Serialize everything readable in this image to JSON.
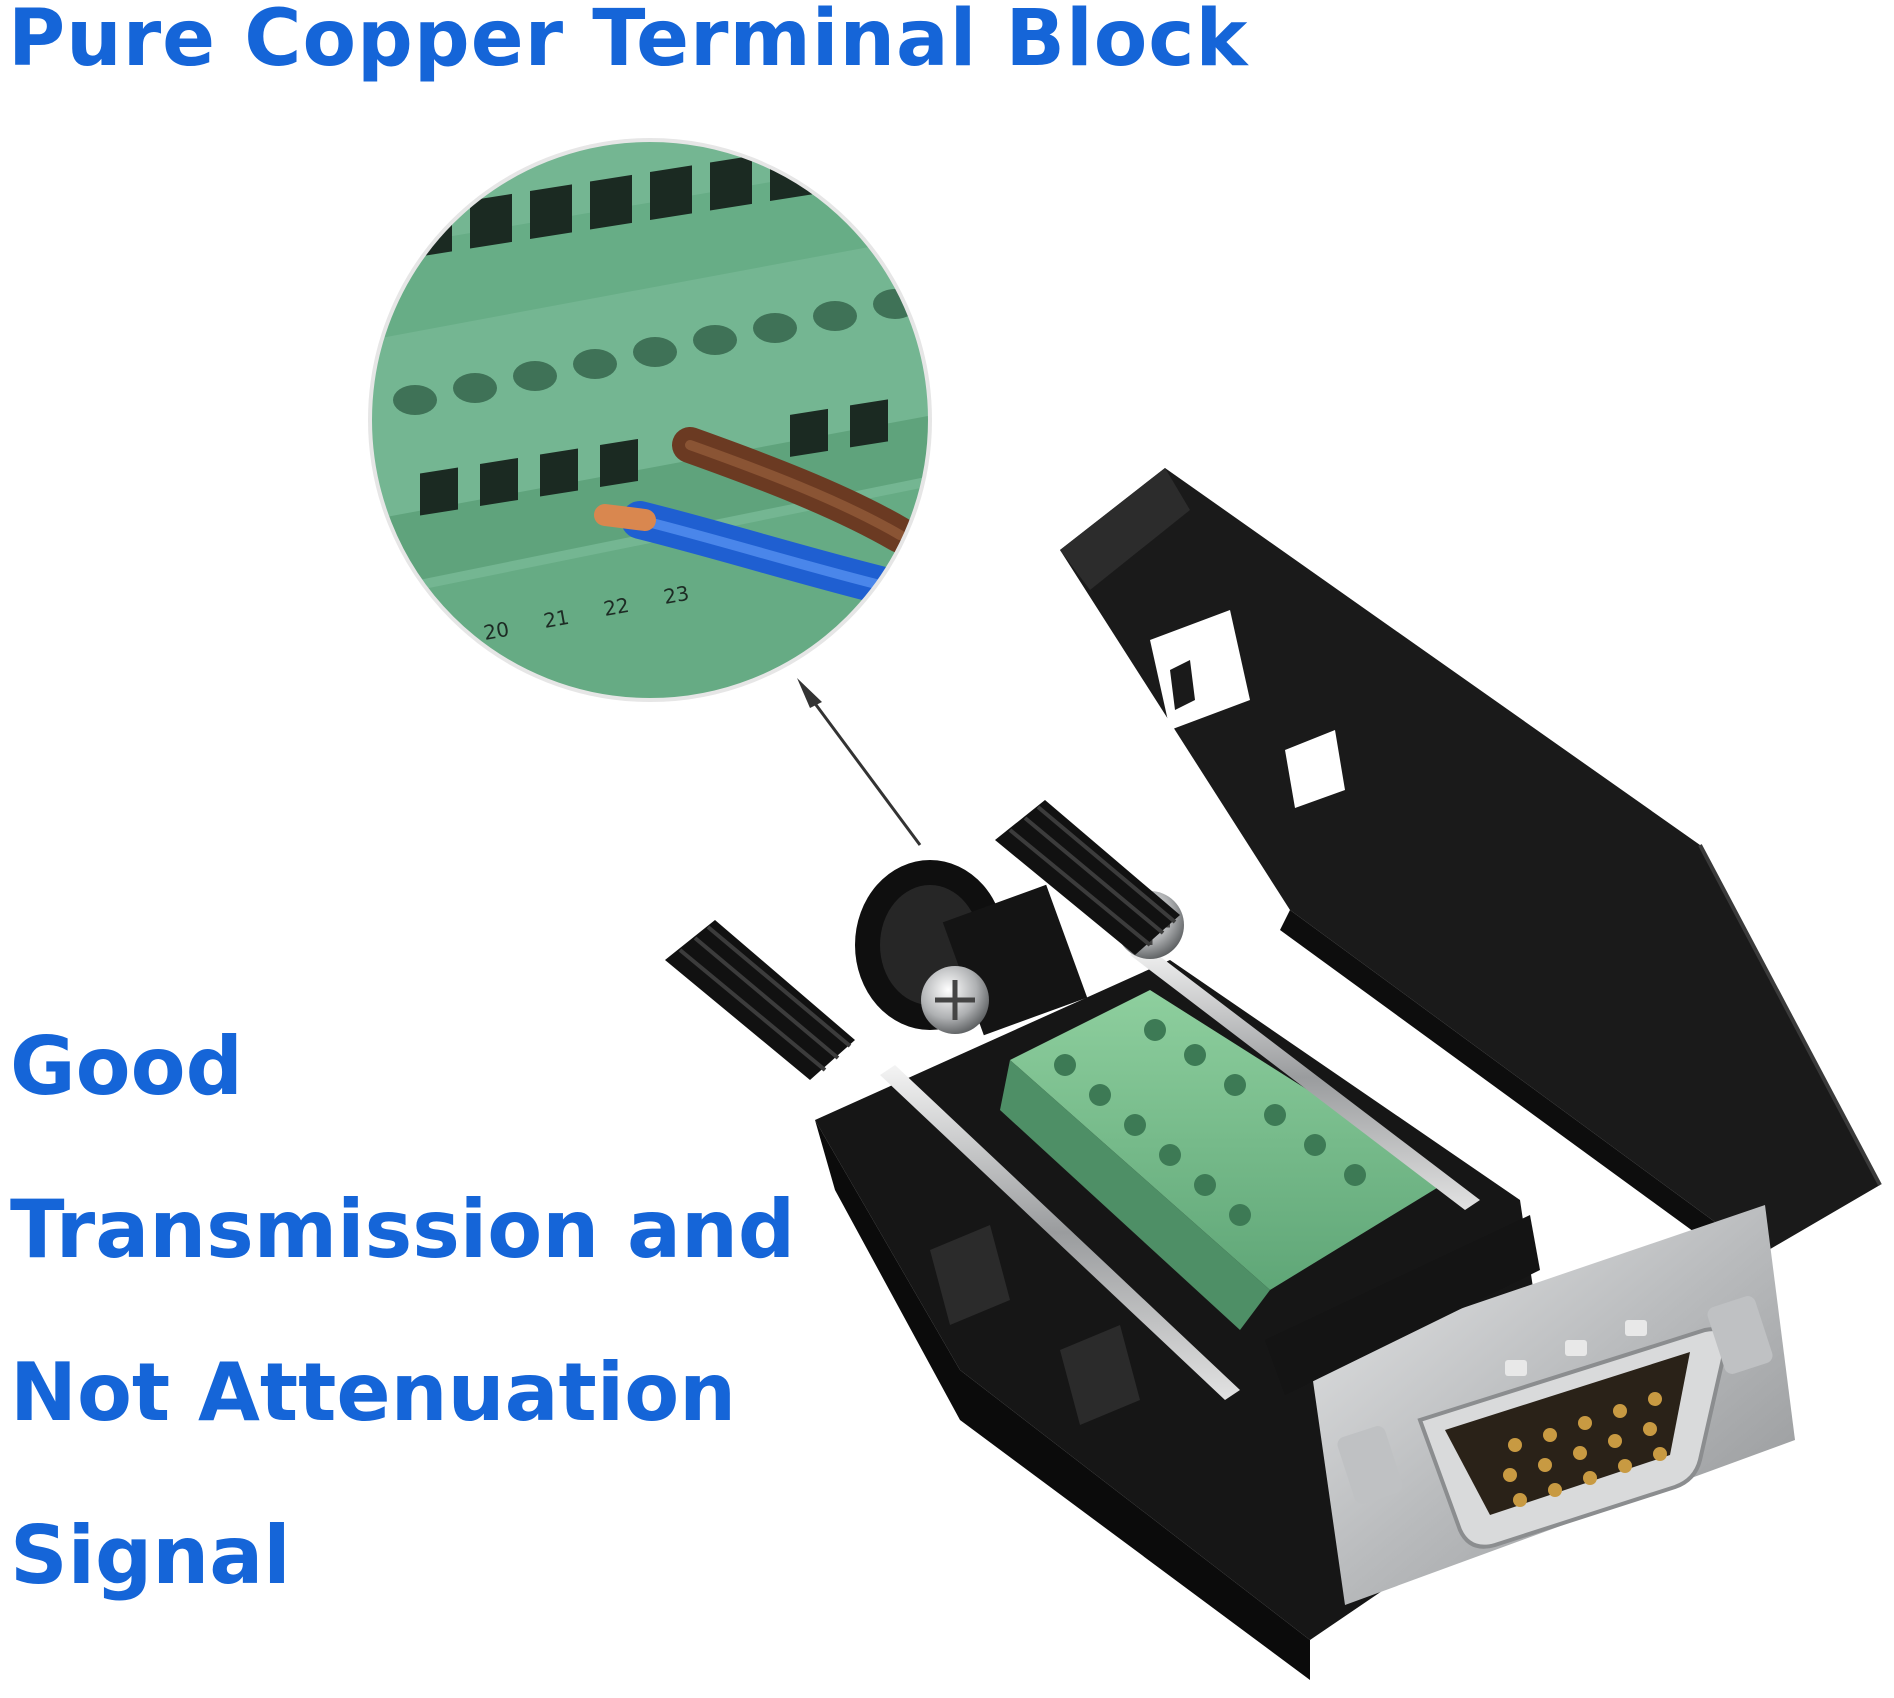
{
  "headline": "Pure Copper Terminal Block",
  "benefit_lines": [
    "Good",
    "Transmission and",
    "Not Attenuation",
    "Signal"
  ],
  "inset_markings": [
    "20",
    "21",
    "22",
    "23"
  ],
  "colors": {
    "text_blue": "#1565d8",
    "terminal_green": "#6fb68a",
    "housing_black": "#161616",
    "metal_silver": "#c9cbcc",
    "wire_brown": "#6b3a22",
    "wire_blue": "#1f5fd1"
  }
}
